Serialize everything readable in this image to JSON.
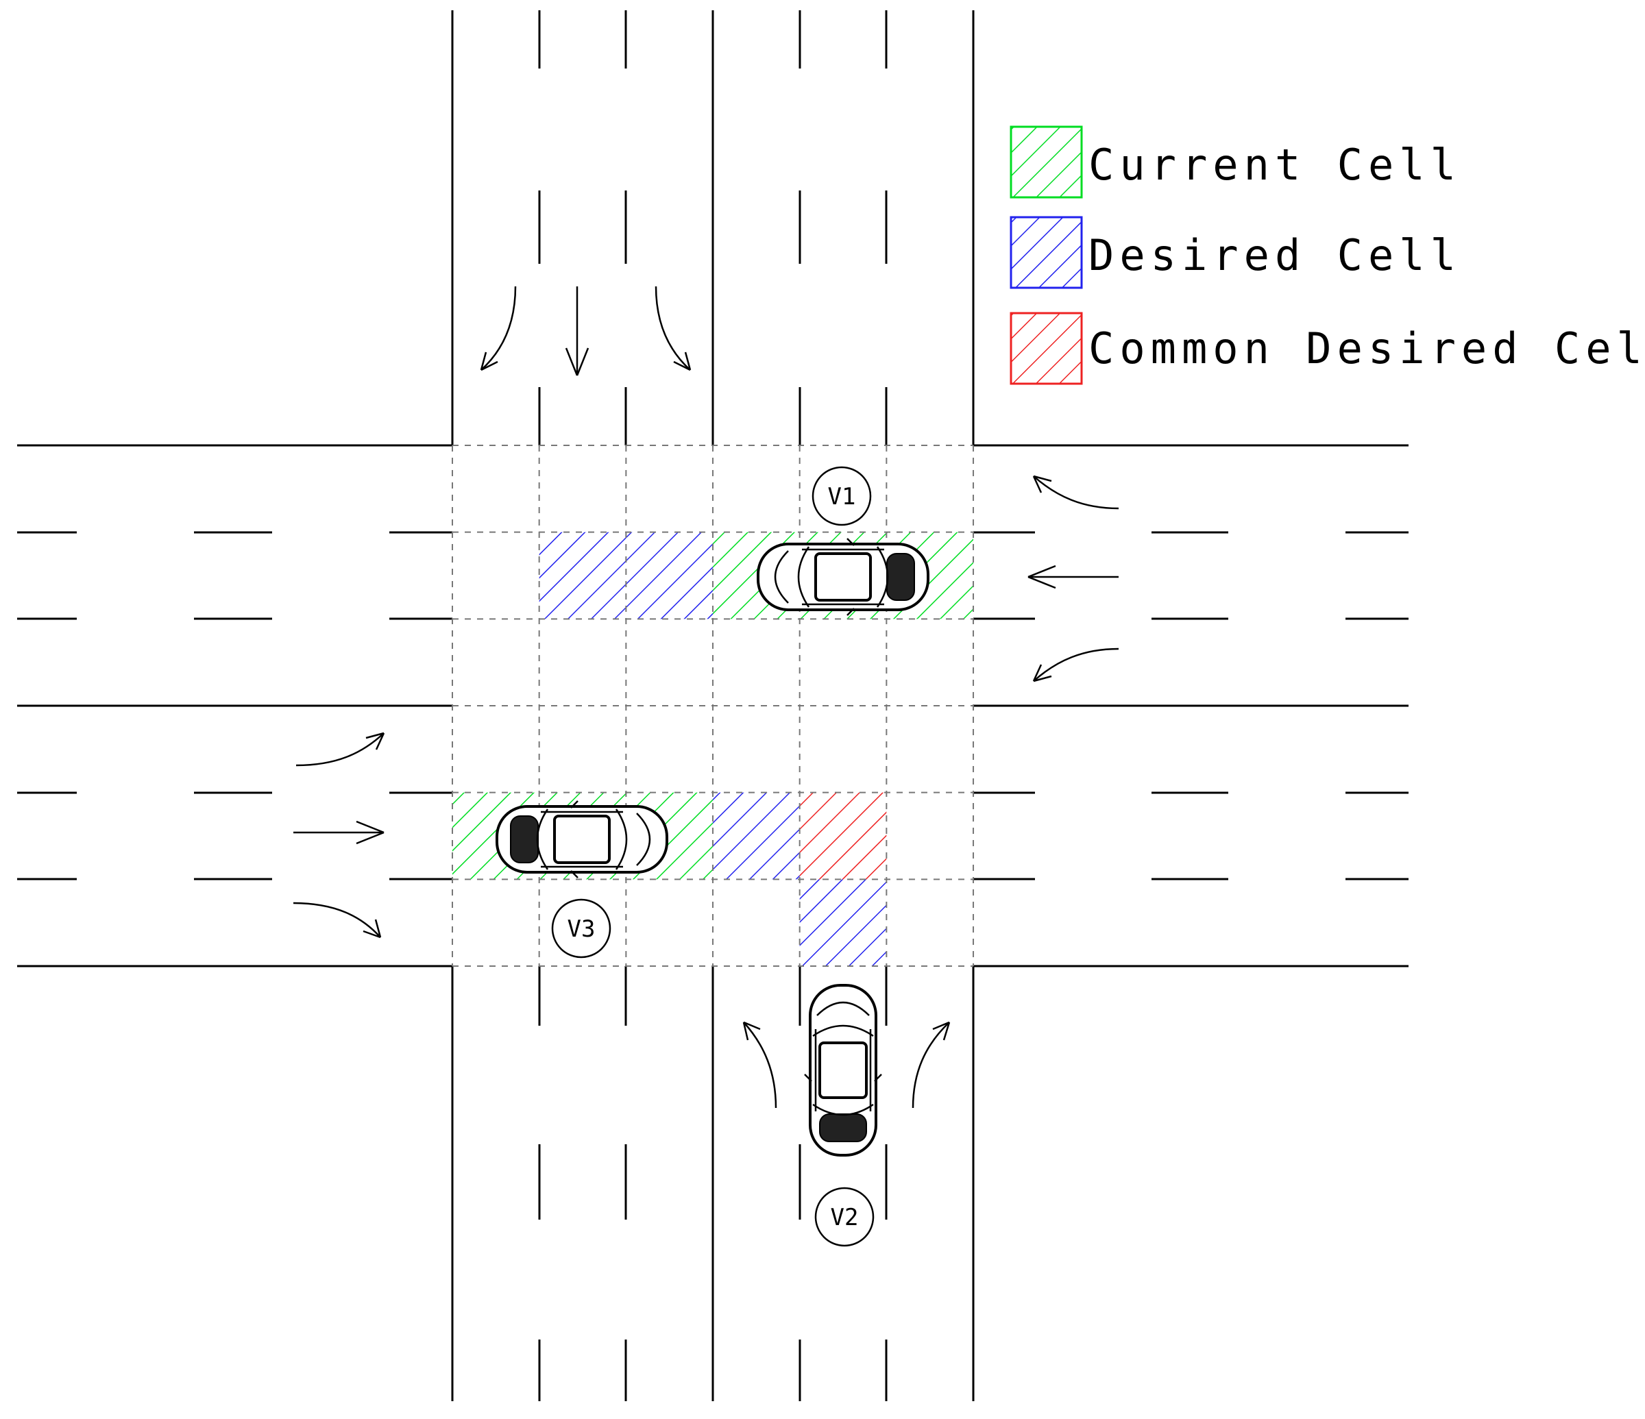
{
  "legend": {
    "current": {
      "label": "Current Cell",
      "color": "#00dd22"
    },
    "desired": {
      "label": "Desired Cell",
      "color": "#2222ee"
    },
    "common": {
      "label": "Common Desired Cell",
      "color": "#ee2222"
    }
  },
  "vehicles": [
    {
      "id": "v1",
      "label": "V1",
      "heading": "west"
    },
    {
      "id": "v2",
      "label": "V2",
      "heading": "north"
    },
    {
      "id": "v3",
      "label": "V3",
      "heading": "east"
    }
  ],
  "cells": {
    "current": [
      [
        3,
        1
      ],
      [
        4,
        1
      ],
      [
        5,
        1
      ],
      [
        0,
        4
      ],
      [
        1,
        4
      ],
      [
        2,
        4
      ]
    ],
    "desired": [
      [
        1,
        1
      ],
      [
        2,
        1
      ],
      [
        3,
        4
      ],
      [
        4,
        5
      ]
    ],
    "common": [
      [
        4,
        4
      ]
    ]
  },
  "icons": [
    "turn-arrow-icon",
    "straight-arrow-icon",
    "car-icon"
  ]
}
